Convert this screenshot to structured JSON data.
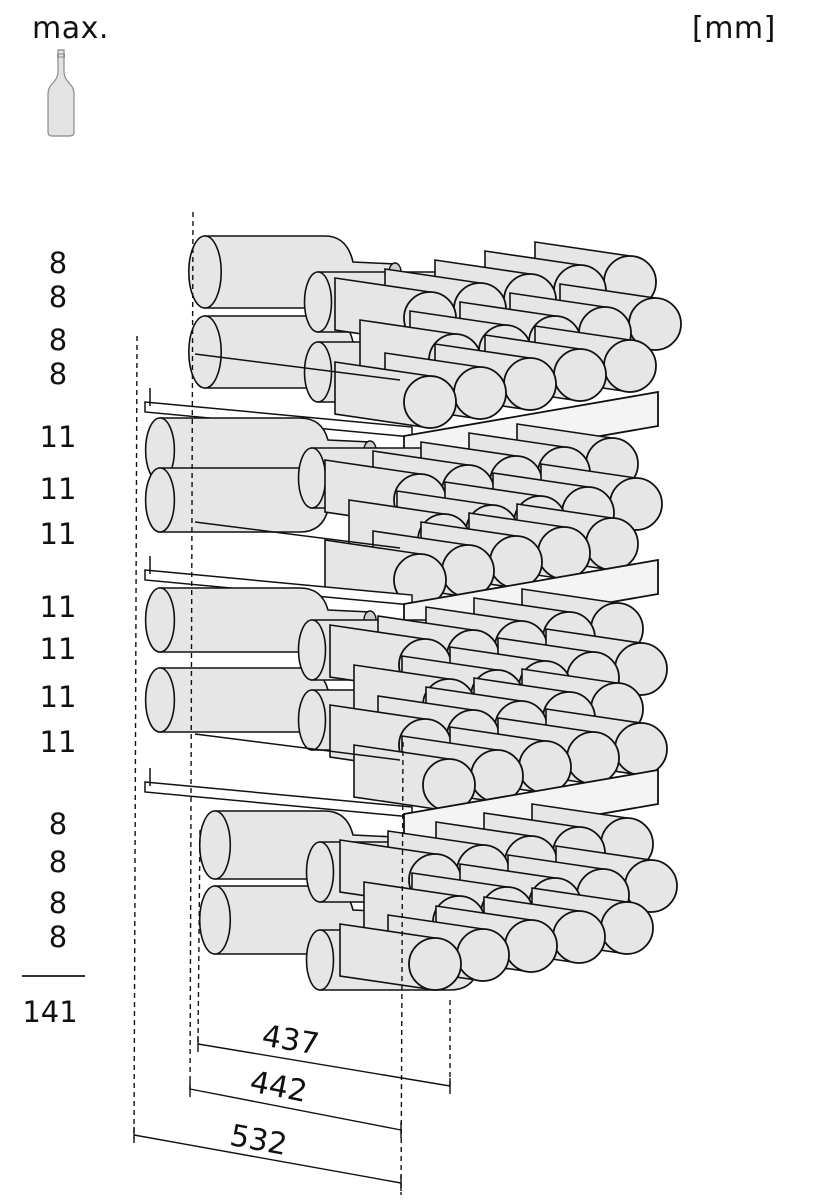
{
  "header": {
    "max_label": "max.",
    "unit_label": "[mm]",
    "bottle_icon": "wine-bottle-icon"
  },
  "bottle_counts": {
    "rows": [
      "8",
      "8",
      "8",
      "8",
      "11",
      "11",
      "11",
      "11",
      "11",
      "11",
      "11",
      "8",
      "8",
      "8",
      "8"
    ],
    "total": "141"
  },
  "dimensions": {
    "d437": "437",
    "d442": "442",
    "d532": "532"
  },
  "colors": {
    "bottle_fill": "#e6e6e6",
    "outline": "#111111",
    "shelf_front": "#f4f4f4"
  }
}
